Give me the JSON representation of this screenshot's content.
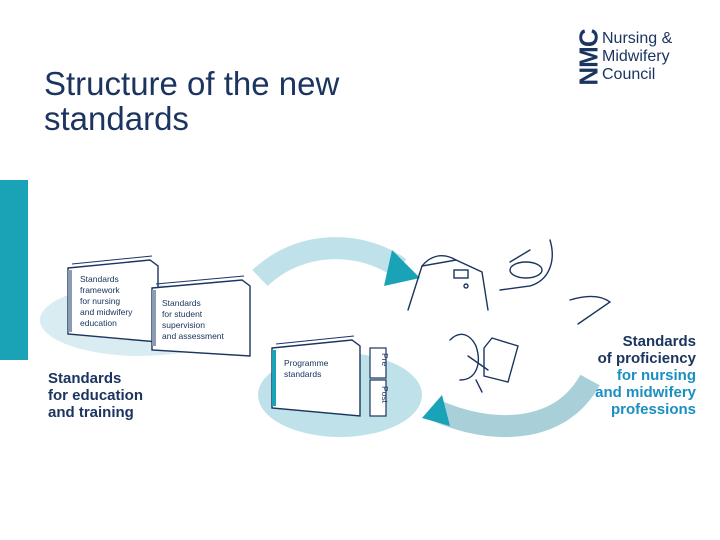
{
  "title": "Structure of the new standards",
  "logo": {
    "mark": "NMC",
    "lines": [
      "Nursing &",
      "Midwifery",
      "Council"
    ]
  },
  "books": {
    "framework": [
      "Standards",
      "framework",
      "for nursing",
      "and midwifery",
      "education"
    ],
    "student": [
      "Standards",
      "for student",
      "supervision",
      "and assessment"
    ],
    "programme": [
      "Programme",
      "standards"
    ],
    "tab_pre": "Pre",
    "tab_post": "Post"
  },
  "labels": {
    "education": [
      "Standards",
      "for education",
      "and training"
    ],
    "proficiency_dark": [
      "Standards",
      "of proficiency"
    ],
    "proficiency_teal": [
      "for nursing",
      "and midwifery",
      "professions"
    ]
  },
  "colors": {
    "navy": "#1b3560",
    "teal": "#1aa3b7",
    "light_teal": "#bfe1ea",
    "label_blue": "#1a8fc1"
  }
}
